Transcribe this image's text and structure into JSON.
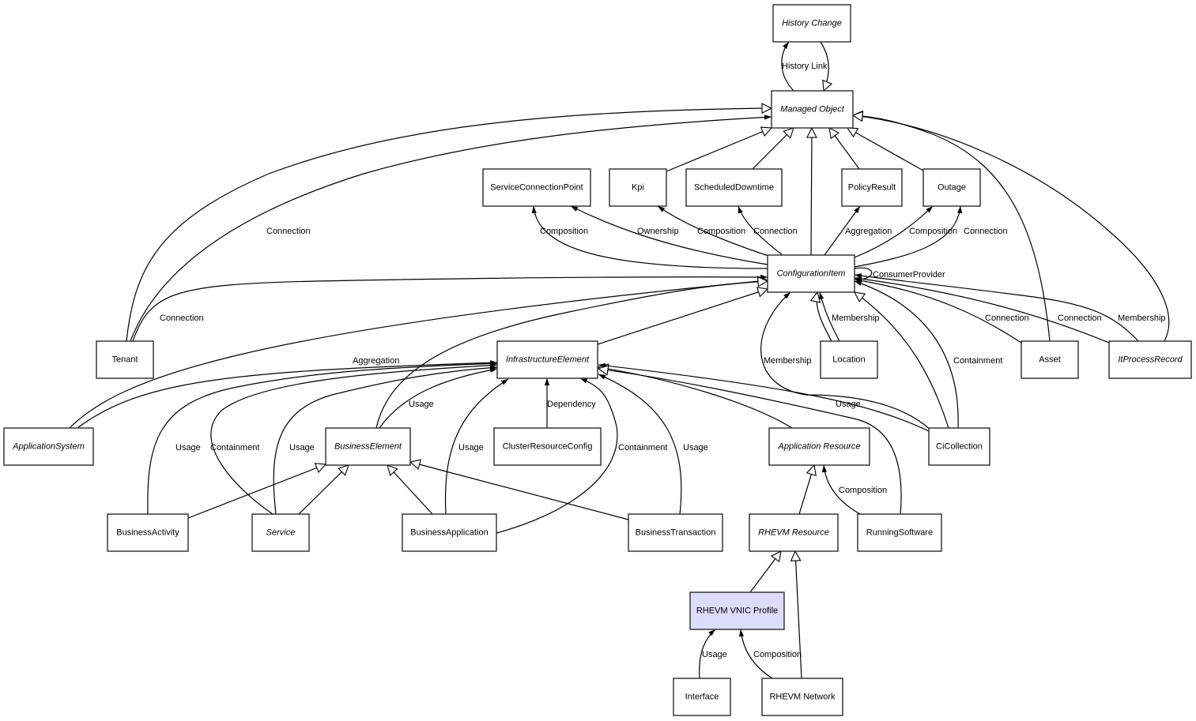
{
  "diagram": {
    "title": "RHEVM VNIC Profile class relationships",
    "highlight_color": "#dcdcfc",
    "nodes": [
      {
        "id": "history_change",
        "label": "History Change",
        "abstract": true
      },
      {
        "id": "managed_object",
        "label": "Managed Object",
        "abstract": true
      },
      {
        "id": "service_connection_point",
        "label": "ServiceConnectionPoint",
        "abstract": false
      },
      {
        "id": "kpi",
        "label": "Kpi",
        "abstract": false
      },
      {
        "id": "scheduled_downtime",
        "label": "ScheduledDowntime",
        "abstract": false
      },
      {
        "id": "policy_result",
        "label": "PolicyResult",
        "abstract": false
      },
      {
        "id": "outage",
        "label": "Outage",
        "abstract": false
      },
      {
        "id": "configuration_item",
        "label": "ConfigurationItem",
        "abstract": true
      },
      {
        "id": "tenant",
        "label": "Tenant",
        "abstract": false
      },
      {
        "id": "infrastructure_element",
        "label": "InfrastructureElement",
        "abstract": true
      },
      {
        "id": "location",
        "label": "Location",
        "abstract": false
      },
      {
        "id": "asset",
        "label": "Asset",
        "abstract": false
      },
      {
        "id": "it_process_record",
        "label": "ItProcessRecord",
        "abstract": true
      },
      {
        "id": "application_system",
        "label": "ApplicationSystem",
        "abstract": true
      },
      {
        "id": "business_element",
        "label": "BusinessElement",
        "abstract": true
      },
      {
        "id": "cluster_resource_config",
        "label": "ClusterResourceConfig",
        "abstract": false
      },
      {
        "id": "application_resource",
        "label": "Application Resource",
        "abstract": true
      },
      {
        "id": "ci_collection",
        "label": "CiCollection",
        "abstract": false
      },
      {
        "id": "business_activity",
        "label": "BusinessActivity",
        "abstract": false
      },
      {
        "id": "service",
        "label": "Service",
        "abstract": true
      },
      {
        "id": "business_application",
        "label": "BusinessApplication",
        "abstract": false
      },
      {
        "id": "business_transaction",
        "label": "BusinessTransaction",
        "abstract": false
      },
      {
        "id": "rhevm_resource",
        "label": "RHEVM Resource",
        "abstract": true
      },
      {
        "id": "running_software",
        "label": "RunningSoftware",
        "abstract": false
      },
      {
        "id": "rhevm_vnic_profile",
        "label": "RHEVM VNIC Profile",
        "abstract": false,
        "highlighted": true
      },
      {
        "id": "interface",
        "label": "Interface",
        "abstract": false
      },
      {
        "id": "rhevm_network",
        "label": "RHEVM Network",
        "abstract": false
      }
    ],
    "edges": [
      {
        "id": "e1",
        "from": "managed_object",
        "to": "history_change",
        "type": "association",
        "label": "History Link"
      },
      {
        "id": "e2",
        "from": "history_change",
        "to": "managed_object",
        "type": "inheritance",
        "label": ""
      },
      {
        "id": "e3",
        "from": "kpi",
        "to": "managed_object",
        "type": "inheritance",
        "label": ""
      },
      {
        "id": "e4",
        "from": "scheduled_downtime",
        "to": "managed_object",
        "type": "inheritance",
        "label": ""
      },
      {
        "id": "e5",
        "from": "configuration_item",
        "to": "managed_object",
        "type": "inheritance",
        "label": ""
      },
      {
        "id": "e6",
        "from": "policy_result",
        "to": "managed_object",
        "type": "inheritance",
        "label": ""
      },
      {
        "id": "e7",
        "from": "outage",
        "to": "managed_object",
        "type": "inheritance",
        "label": ""
      },
      {
        "id": "e8",
        "from": "tenant",
        "to": "managed_object",
        "type": "inheritance",
        "label": ""
      },
      {
        "id": "e9",
        "from": "tenant",
        "to": "managed_object",
        "type": "association",
        "label": "Connection"
      },
      {
        "id": "e10",
        "from": "asset",
        "to": "managed_object",
        "type": "inheritance",
        "label": ""
      },
      {
        "id": "e11",
        "from": "it_process_record",
        "to": "managed_object",
        "type": "inheritance",
        "label": ""
      },
      {
        "id": "e12",
        "from": "configuration_item",
        "to": "service_connection_point",
        "type": "association",
        "label": "Composition"
      },
      {
        "id": "e13",
        "from": "configuration_item",
        "to": "service_connection_point",
        "type": "association",
        "label": "Ownership"
      },
      {
        "id": "e14",
        "from": "configuration_item",
        "to": "kpi",
        "type": "association",
        "label": "Composition"
      },
      {
        "id": "e15",
        "from": "configuration_item",
        "to": "scheduled_downtime",
        "type": "association",
        "label": "Connection"
      },
      {
        "id": "e16",
        "from": "configuration_item",
        "to": "policy_result",
        "type": "association",
        "label": "Aggregation"
      },
      {
        "id": "e17",
        "from": "configuration_item",
        "to": "outage",
        "type": "association",
        "label": "Composition"
      },
      {
        "id": "e18",
        "from": "configuration_item",
        "to": "outage",
        "type": "association",
        "label": "Connection"
      },
      {
        "id": "e19",
        "from": "configuration_item",
        "to": "configuration_item",
        "type": "association",
        "label": "ConsumerProvider"
      },
      {
        "id": "e20",
        "from": "tenant",
        "to": "configuration_item",
        "type": "association",
        "label": "Connection"
      },
      {
        "id": "e21",
        "from": "application_system",
        "to": "configuration_item",
        "type": "inheritance",
        "label": ""
      },
      {
        "id": "e22",
        "from": "infrastructure_element",
        "to": "configuration_item",
        "type": "inheritance",
        "label": ""
      },
      {
        "id": "e23",
        "from": "business_element",
        "to": "configuration_item",
        "type": "inheritance",
        "label": ""
      },
      {
        "id": "e24",
        "from": "location",
        "to": "configuration_item",
        "type": "inheritance",
        "label": ""
      },
      {
        "id": "e25",
        "from": "location",
        "to": "configuration_item",
        "type": "association",
        "label": "Membership"
      },
      {
        "id": "e26",
        "from": "ci_collection",
        "to": "configuration_item",
        "type": "association",
        "label": "Membership"
      },
      {
        "id": "e27",
        "from": "ci_collection",
        "to": "configuration_item",
        "type": "inheritance",
        "label": ""
      },
      {
        "id": "e28",
        "from": "ci_collection",
        "to": "configuration_item",
        "type": "association",
        "label": "Containment"
      },
      {
        "id": "e29",
        "from": "asset",
        "to": "configuration_item",
        "type": "association",
        "label": "Connection"
      },
      {
        "id": "e30",
        "from": "it_process_record",
        "to": "configuration_item",
        "type": "association",
        "label": "Connection"
      },
      {
        "id": "e31",
        "from": "it_process_record",
        "to": "configuration_item",
        "type": "association",
        "label": "Membership"
      },
      {
        "id": "e32",
        "from": "application_system",
        "to": "infrastructure_element",
        "type": "association",
        "label": "Aggregation"
      },
      {
        "id": "e33",
        "from": "business_activity",
        "to": "infrastructure_element",
        "type": "association",
        "label": "Usage"
      },
      {
        "id": "e34",
        "from": "service",
        "to": "infrastructure_element",
        "type": "association",
        "label": "Containment"
      },
      {
        "id": "e35",
        "from": "service",
        "to": "infrastructure_element",
        "type": "association",
        "label": "Usage"
      },
      {
        "id": "e36",
        "from": "business_element",
        "to": "infrastructure_element",
        "type": "association",
        "label": "Usage"
      },
      {
        "id": "e37",
        "from": "business_application",
        "to": "infrastructure_element",
        "type": "association",
        "label": "Usage"
      },
      {
        "id": "e38",
        "from": "cluster_resource_config",
        "to": "infrastructure_element",
        "type": "association",
        "label": "Dependency"
      },
      {
        "id": "e39",
        "from": "business_application",
        "to": "infrastructure_element",
        "type": "association",
        "label": "Containment"
      },
      {
        "id": "e40",
        "from": "business_transaction",
        "to": "infrastructure_element",
        "type": "association",
        "label": "Usage"
      },
      {
        "id": "e41",
        "from": "application_resource",
        "to": "infrastructure_element",
        "type": "inheritance",
        "label": ""
      },
      {
        "id": "e42",
        "from": "ci_collection",
        "to": "infrastructure_element",
        "type": "association",
        "label": "Usage"
      },
      {
        "id": "e43",
        "from": "running_software",
        "to": "infrastructure_element",
        "type": "inheritance",
        "label": ""
      },
      {
        "id": "e44",
        "from": "business_activity",
        "to": "business_element",
        "type": "inheritance",
        "label": ""
      },
      {
        "id": "e45",
        "from": "service",
        "to": "business_element",
        "type": "inheritance",
        "label": ""
      },
      {
        "id": "e46",
        "from": "business_application",
        "to": "business_element",
        "type": "inheritance",
        "label": ""
      },
      {
        "id": "e47",
        "from": "business_transaction",
        "to": "business_element",
        "type": "inheritance",
        "label": ""
      },
      {
        "id": "e48",
        "from": "rhevm_resource",
        "to": "application_resource",
        "type": "inheritance",
        "label": ""
      },
      {
        "id": "e49",
        "from": "running_software",
        "to": "application_resource",
        "type": "association",
        "label": "Composition"
      },
      {
        "id": "e50",
        "from": "rhevm_vnic_profile",
        "to": "rhevm_resource",
        "type": "inheritance",
        "label": ""
      },
      {
        "id": "e51",
        "from": "rhevm_network",
        "to": "rhevm_resource",
        "type": "inheritance",
        "label": ""
      },
      {
        "id": "e52",
        "from": "interface",
        "to": "rhevm_vnic_profile",
        "type": "association",
        "label": "Usage"
      },
      {
        "id": "e53",
        "from": "rhevm_network",
        "to": "rhevm_vnic_profile",
        "type": "association",
        "label": "Composition"
      }
    ]
  }
}
